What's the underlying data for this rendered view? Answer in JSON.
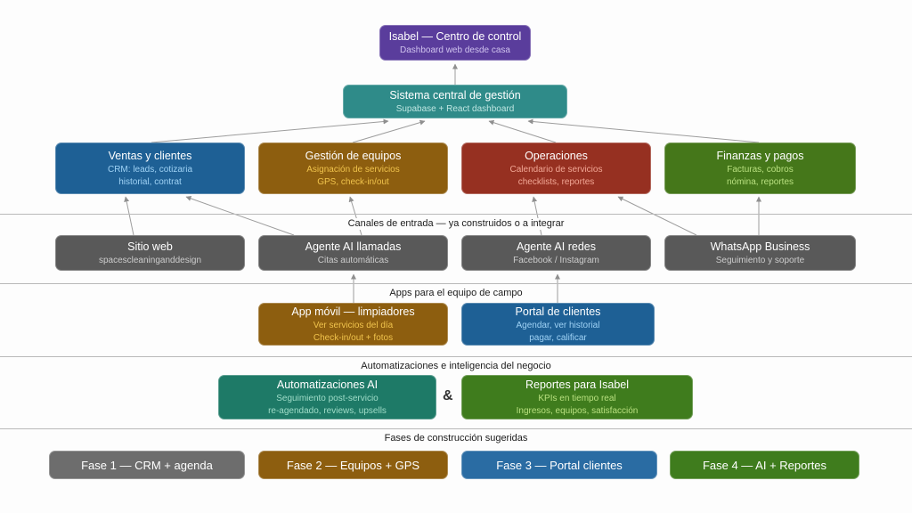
{
  "nodes": {
    "isabel": {
      "title": "Isabel — Centro de control",
      "subtitle": "Dashboard web desde casa"
    },
    "sistema": {
      "title": "Sistema central de gestión",
      "subtitle": "Supabase + React dashboard"
    },
    "ventas": {
      "title": "Ventas y clientes",
      "sub1": "CRM: leads, cotizaria",
      "sub2": "historial, contrat"
    },
    "gestion": {
      "title": "Gestión de equipos",
      "sub1": "Asignación de servicios",
      "sub2": "GPS, check-in/out"
    },
    "operaciones": {
      "title": "Operaciones",
      "sub1": "Calendario de servicios",
      "sub2": "checklists, reportes"
    },
    "finanzas": {
      "title": "Finanzas y pagos",
      "sub1": "Facturas, cobros",
      "sub2": "nómina, reportes"
    },
    "sitio_web": {
      "title": "Sitio web",
      "sub1": "spacescleaninganddesign"
    },
    "agente_llamadas": {
      "title": "Agente AI llamadas",
      "sub1": "Citas automáticas"
    },
    "agente_redes": {
      "title": "Agente AI redes",
      "sub1": "Facebook / Instagram"
    },
    "whatsapp": {
      "title": "WhatsApp Business",
      "sub1": "Seguimiento y soporte"
    },
    "app_movil": {
      "title": "App móvil — limpiadores",
      "sub1": "Ver servicios del día",
      "sub2": "Check-in/out + fotos"
    },
    "portal": {
      "title": "Portal de clientes",
      "sub1": "Agendar, ver historial",
      "sub2": "pagar, calificar"
    },
    "automatizaciones": {
      "title": "Automatizaciones AI",
      "sub1": "Seguimiento post-servicio",
      "sub2": "re-agendado, reviews, upsells"
    },
    "reportes": {
      "title": "Reportes para Isabel",
      "sub1": "KPIs en tiempo real",
      "sub2": "Ingresos, equipos, satisfacción"
    }
  },
  "dividers": {
    "canales": "Canales de entrada — ya construidos o a integrar",
    "apps": "Apps para el equipo de campo",
    "automatizaciones": "Automatizaciones e inteligencia del negocio",
    "fases": "Fases de construcción sugeridas"
  },
  "ampersand": "&",
  "fases": {
    "fase1": "Fase 1 — CRM + agenda",
    "fase2": "Fase 2 — Equipos + GPS",
    "fase3": "Fase 3 — Portal clientes",
    "fase4": "Fase 4 — AI + Reportes"
  },
  "colors": {
    "purple": "#5a3d9c",
    "teal": "#2f8b89",
    "blue": "#1e6095",
    "brown": "#8d5e0f",
    "red": "#963021",
    "green": "#45771a",
    "gray": "#595959",
    "teal_dark": "#1e7a67",
    "green_dark": "#3f7c1d",
    "fase_gray": "#6d6d6d",
    "fase_blue": "#2a6ca3",
    "sub_purple": "#cfc2ee",
    "sub_teal": "#bfe6e2",
    "sub_blue": "#9fd2f5",
    "sub_gold": "#f0c34c",
    "sub_red": "#f2a795",
    "sub_green": "#b8e07f",
    "sub_gray": "#cccccc",
    "sub_teal_dark": "#9fdcc8",
    "connector": "#9d9d9d"
  }
}
